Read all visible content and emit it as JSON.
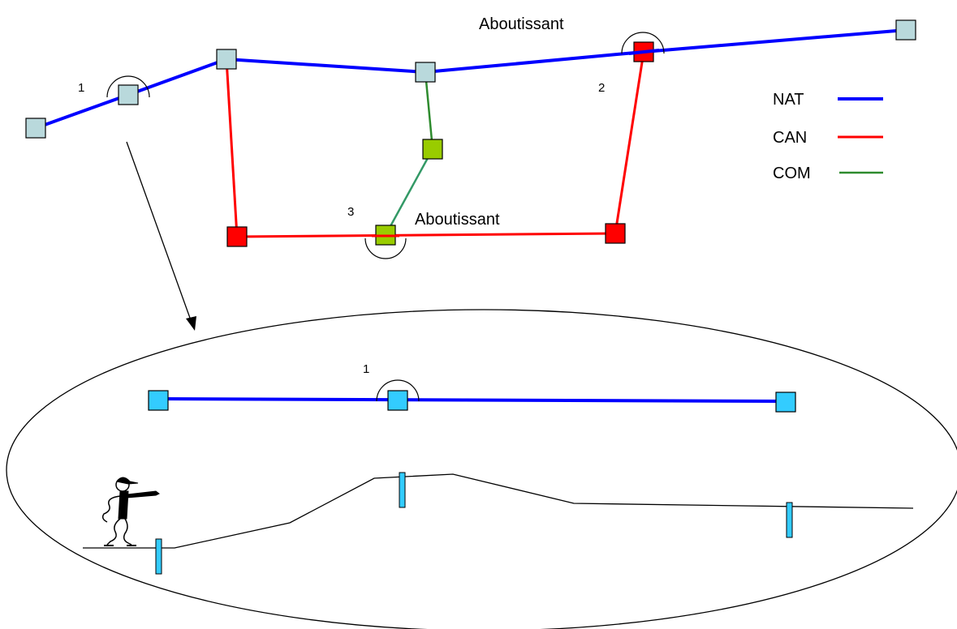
{
  "colors": {
    "nat": "#0000ff",
    "can": "#ff0000",
    "com": "#2e8b2e",
    "com_link": "#339966",
    "node_light": "#b9d9dc",
    "node_red": "#ff0000",
    "node_green": "#99cc00",
    "node_cyan": "#33ccff"
  },
  "legend": {
    "items": [
      {
        "label": "NAT",
        "color": "#0000ff"
      },
      {
        "label": "CAN",
        "color": "#ff0000"
      },
      {
        "label": "COM",
        "color": "#2e8b2e"
      }
    ]
  },
  "labels": {
    "aboutissant_top": "Aboutissant",
    "aboutissant_bottom": "Aboutissant",
    "marker_1": "1",
    "marker_2": "2",
    "marker_3": "3",
    "zoom_marker_1": "1"
  },
  "icons": {
    "person": "pointing-person-icon"
  }
}
